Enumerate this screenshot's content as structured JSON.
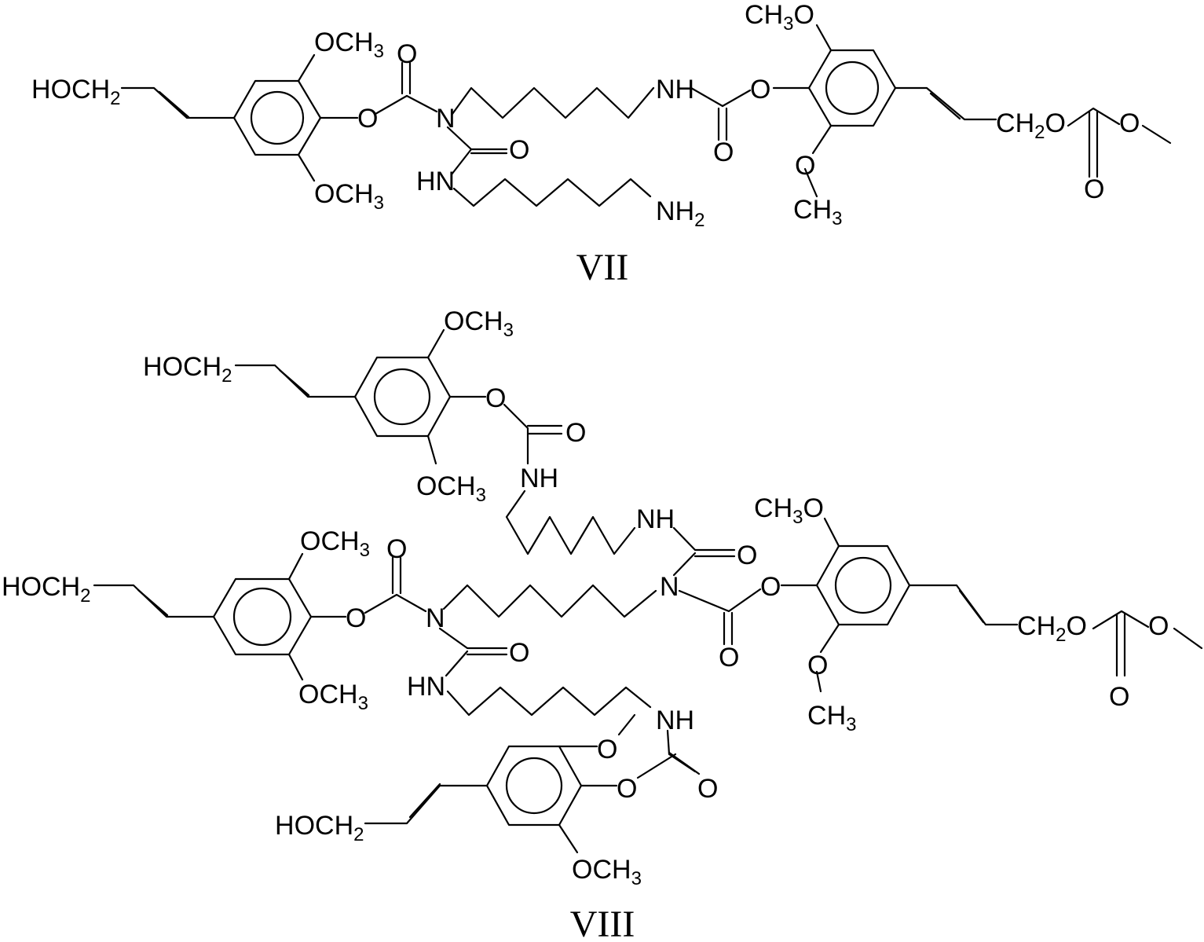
{
  "compounds": [
    {
      "id": "VII",
      "caption": "VII",
      "groups": {
        "hoch2": "HOCH2",
        "ome_top": "OCH3",
        "ome_bot": "OCH3",
        "o_ester": "O",
        "o_carbonyl_1": "O",
        "n_center": "N",
        "o_urea": "O",
        "hn": "HN",
        "nh2": "NH2",
        "nh": "NH",
        "o_carbonyl_2": "O",
        "o_ester_2": "O",
        "ch3o_right": "CH3O",
        "o_right_bottom": "O",
        "ch3_right_bottom": "CH3",
        "ch2o": "CH2O",
        "o_carbonate": "O",
        "o_carbonate_dbl": "O"
      }
    },
    {
      "id": "VIII",
      "caption": "VIII",
      "groups": {
        "top_ome_1": "OCH3",
        "top_hoch2": "HOCH2",
        "top_o_ester": "O",
        "top_o_carbonyl": "O",
        "top_ome_2": "OCH3",
        "top_nh": "NH",
        "nh_upper": "NH",
        "o_upper": "O",
        "left_ome_1": "OCH3",
        "left_hoch2": "HOCH2",
        "left_o_carbonyl": "O",
        "left_o_ester": "O",
        "n_left": "N",
        "o_urea": "O",
        "left_ome_2": "OCH3",
        "hn": "HN",
        "nh_lower": "NH",
        "n_right": "N",
        "o_ester_right": "O",
        "o_carbonyl_right": "O",
        "ch3o_right": "CH3O",
        "o_right_bottom": "O",
        "ch3_right_bottom": "CH3",
        "ch2o": "CH2O",
        "o_carbonate": "O",
        "o_carbonate_dbl": "O",
        "bot_o_methoxy": "O",
        "bot_o_ester": "O",
        "bot_o_carbonyl": "O",
        "bot_hoch2": "HOCH2",
        "bot_ome": "OCH3"
      }
    }
  ]
}
